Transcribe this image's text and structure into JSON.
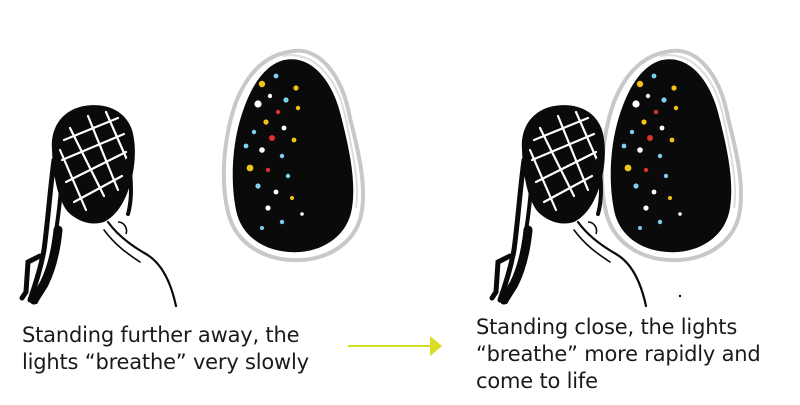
{
  "panels": [
    {
      "caption_line1": "Standing further away, the",
      "caption_line2": "lights “breathe” very slowly"
    },
    {
      "caption_line1": "Standing close, the lights",
      "caption_line2": "“breathe” more rapidly and",
      "caption_line3": "come to life"
    }
  ],
  "colors": {
    "ink": "#0a0a0a",
    "blob_outline": "#c8c8c8",
    "arrow": "#d8dc22",
    "light_yellow": "#f2c318",
    "light_blue": "#7fd0f0",
    "light_red": "#d8342c",
    "light_white": "#ffffff"
  },
  "icons": {
    "viewer": "person-silhouette-icon",
    "sculpture": "light-sculpture-icon",
    "transition": "right-arrow-icon"
  }
}
